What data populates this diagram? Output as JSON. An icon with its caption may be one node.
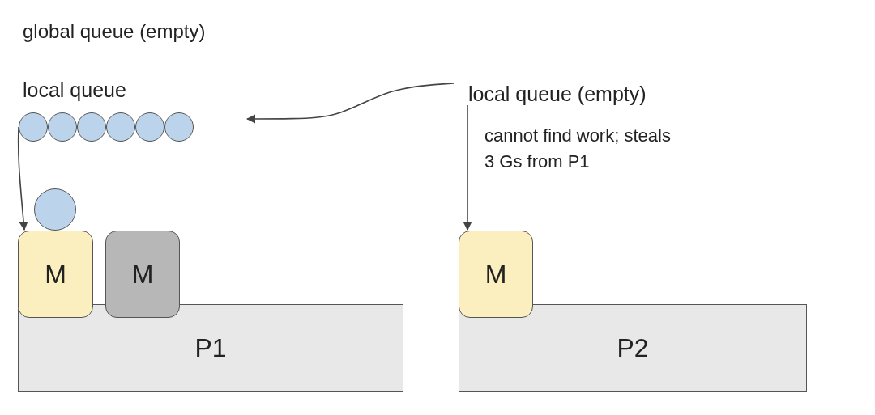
{
  "diagram": {
    "nodes": [
      {
        "text": [],
        "shape": "circle"
      },
      {
        "text": [],
        "shape": "circle"
      },
      {
        "text": [],
        "shape": "circle"
      },
      {
        "text": [],
        "shape": "circle"
      },
      {
        "text": [],
        "shape": "circle"
      },
      {
        "text": [],
        "shape": "circle"
      },
      {
        "text": [],
        "shape": "circle"
      },
      {
        "text": [
          "P1"
        ]
      },
      {
        "text": [
          "M"
        ]
      },
      {
        "text": [
          "M"
        ]
      },
      {
        "text": [
          "local queue (empty)"
        ]
      },
      {
        "text": [
          "P2"
        ]
      },
      {
        "text": [
          "M"
        ]
      }
    ],
    "edges": [
      {
        "from": 0,
        "to": 8,
        "arrow": "to"
      },
      {
        "from": 10,
        "to": 5,
        "arrow": "to"
      },
      {
        "from": 10,
        "to": 12,
        "arrow": "to",
        "label": "cannot find work; steals 3 Gs from P1"
      }
    ],
    "labels": [
      "global queue (empty)",
      "local queue"
    ]
  }
}
